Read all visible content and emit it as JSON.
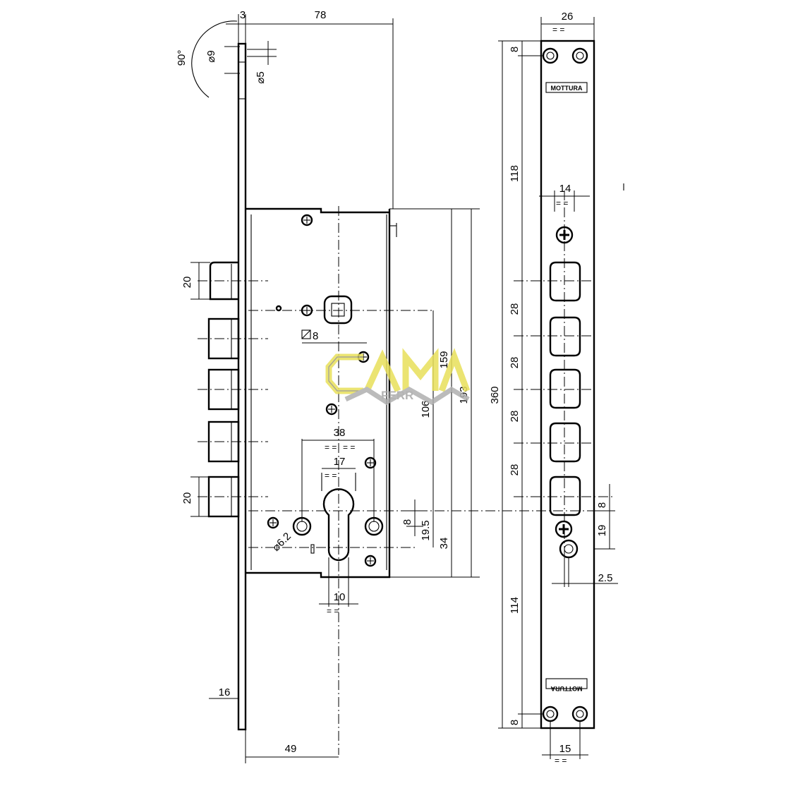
{
  "dimensions": {
    "d3": "3",
    "d78": "78",
    "d90": "90°",
    "d9": "⌀9",
    "d5": "⌀5",
    "d20top": "20",
    "d20bot": "20",
    "sq8": "8",
    "d38": "38",
    "d17": "17",
    "d62": "⌀6.2",
    "d10": "10",
    "d16": "16",
    "d49": "49",
    "d8a": "8",
    "d19_5": "19.5",
    "d34": "34",
    "d106": "106",
    "d159": "159",
    "d193": "193",
    "d360": "360",
    "d26": "26",
    "d14": "14",
    "d8top": "8",
    "d118": "118",
    "d28a": "28",
    "d28b": "28",
    "d28c": "28",
    "d28d": "28",
    "d8r": "8",
    "d19": "19",
    "d2_5": "2.5",
    "d114": "114",
    "d8bot": "8",
    "d15": "15"
  },
  "labels": {
    "brand_top": "MOTTURA",
    "brand_bottom": "MOTTURA",
    "equal_mark": "= ="
  },
  "watermark": {
    "text": "FERR",
    "color": "#e8e05a"
  }
}
